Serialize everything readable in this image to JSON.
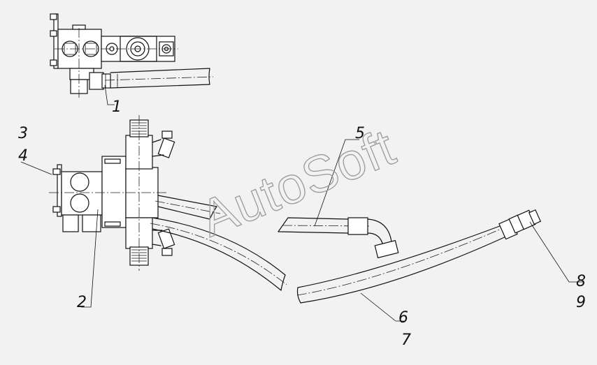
{
  "watermark": "AutoSoft",
  "callouts": [
    {
      "id": "1",
      "text": "1"
    },
    {
      "id": "2",
      "text": "2"
    },
    {
      "id": "3",
      "text": "3"
    },
    {
      "id": "4",
      "text": "4"
    },
    {
      "id": "5",
      "text": "5"
    },
    {
      "id": "6",
      "text": "6"
    },
    {
      "id": "7",
      "text": "7"
    },
    {
      "id": "8",
      "text": "8"
    },
    {
      "id": "9",
      "text": "9"
    }
  ],
  "colors": {
    "background": "#f2f2f2",
    "line": "#111111",
    "watermark": "#9a9a9a"
  }
}
